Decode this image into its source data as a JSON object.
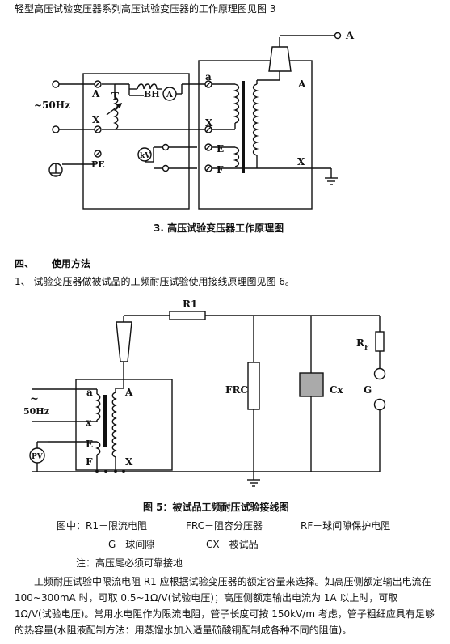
{
  "intro_line": "轻型高压试验变压器系列高压试验变压器的工作原理图见图 3",
  "fig3": {
    "caption": "3. 高压试验变压器工作原理图",
    "labels": {
      "A_out": "A",
      "a": "a",
      "A_hv": "A",
      "A_left": "A",
      "T": "T",
      "BH": "BH",
      "ammeter": "A",
      "freq": "~50Hz",
      "X_left": "X",
      "X_mid": "X",
      "X_hv": "X",
      "E": "E",
      "F": "F",
      "kV": "kV",
      "PE": "PE"
    }
  },
  "section4": {
    "number": "四、",
    "title": "使用方法"
  },
  "item1": "1、 试验变压器做被试品的工频耐压试验使用接线原理图见图 6。",
  "fig5": {
    "caption": "图 5：被试品工频耐压试验接线图",
    "labels": {
      "R1": "R1",
      "RF_main": "R",
      "RF_sub": "F",
      "FRC": "FRC",
      "Cx": "Cx",
      "G": "G",
      "tilde": "~",
      "hz": "50Hz",
      "a": "a",
      "x": "x",
      "E": "E",
      "F": "F",
      "A": "A",
      "X": "X",
      "PV": "PV"
    }
  },
  "legend": {
    "r1": "图中：R1－限流电阻",
    "frc": "FRC－阻容分压器",
    "rf": "RF－球间隙保护电阻",
    "g": "G－球间隙",
    "cx": "CX－被试品",
    "note": "注：高压尾必须可靠接地"
  },
  "paragraph": "工频耐压试验中限流电阻 R1 应根据试验变压器的额定容量来选择。如高压侧额定输出电流在 100~300mA 时，可取 0.5~1Ω/V(试验电压)；高压侧额定输出电流为 1A 以上时，可取 1Ω/V(试验电压)。常用水电阻作为限流电阻，管子长度可按 150kV/m 考虑，管子粗细应具有足够的热容量(水阻液配制方法：用蒸馏水加入适量硫酸铜配制成各种不同的阻值)。"
}
